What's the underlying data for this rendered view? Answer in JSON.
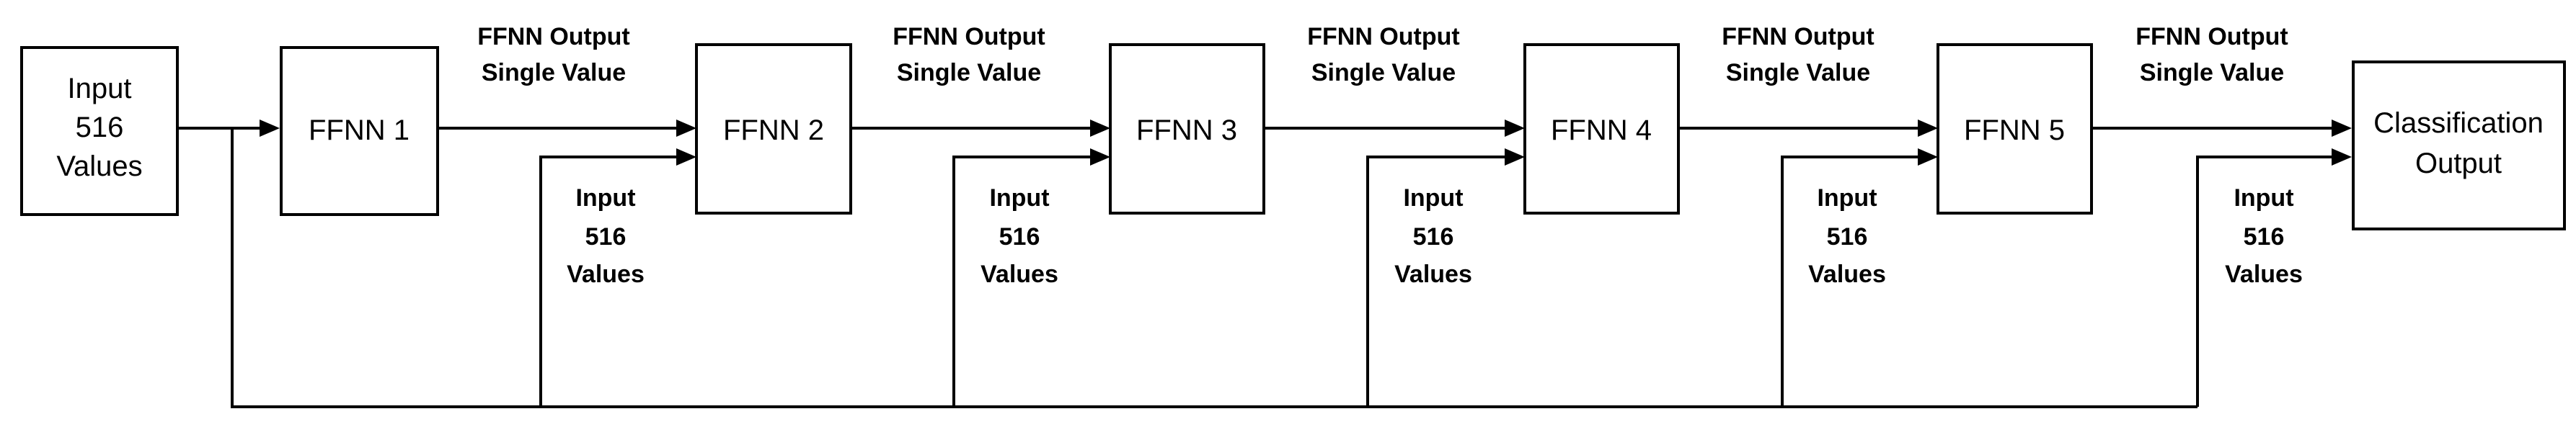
{
  "diagram": {
    "input_block": {
      "line1": "Input",
      "line2": "516",
      "line3": "Values"
    },
    "stages": [
      {
        "label": "FFNN 1"
      },
      {
        "label": "FFNN 2"
      },
      {
        "label": "FFNN 3"
      },
      {
        "label": "FFNN 4"
      },
      {
        "label": "FFNN 5"
      }
    ],
    "output_block": {
      "line1": "Classification",
      "line2": "Output"
    },
    "stage_output_label": {
      "line1": "FFNN Output",
      "line2": "Single Value"
    },
    "skip_input_label": {
      "line1": "Input",
      "line2": "516",
      "line3": "Values"
    }
  }
}
